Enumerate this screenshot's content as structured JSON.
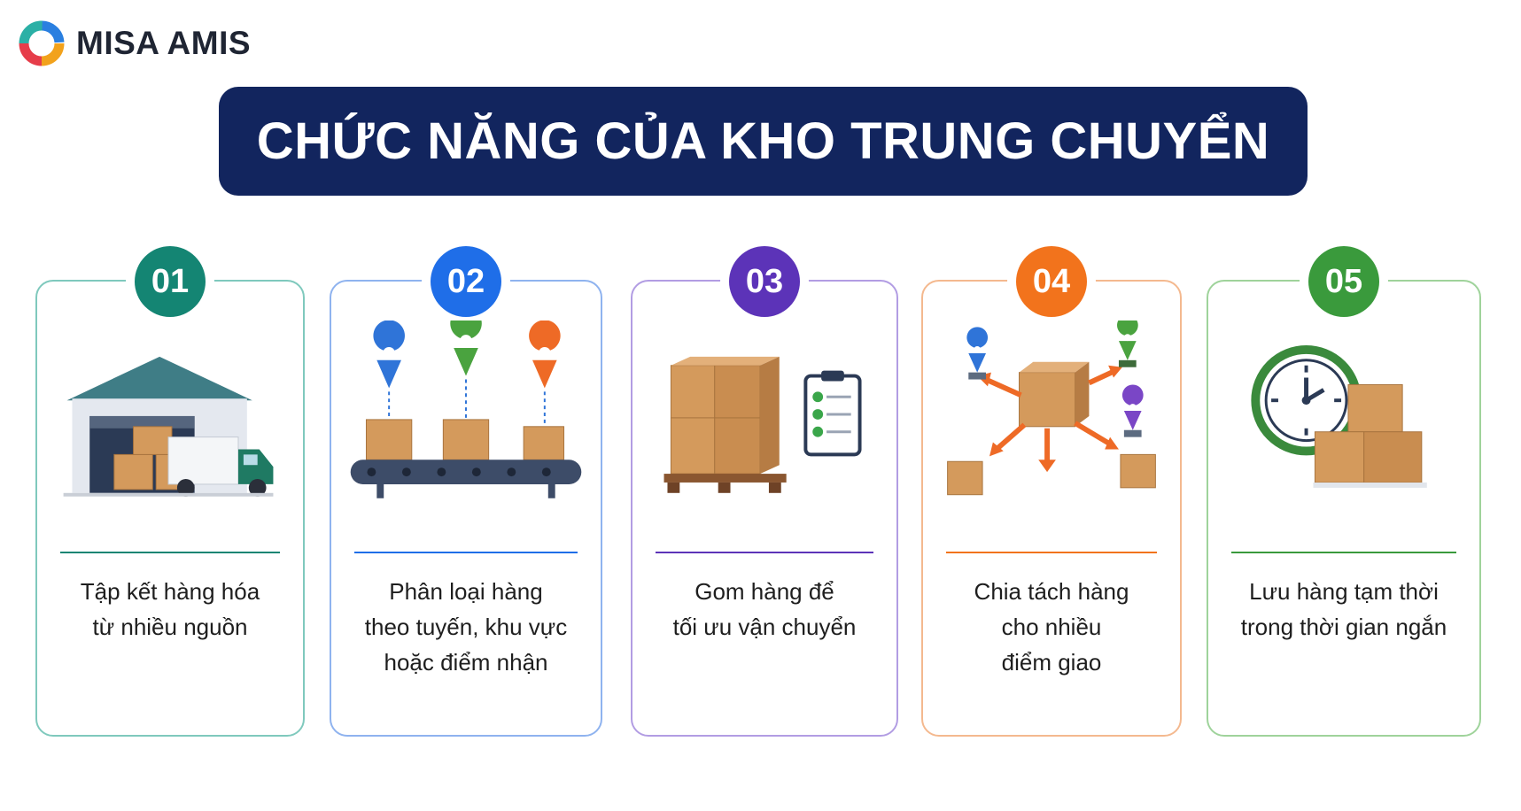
{
  "brand": {
    "name": "MISA AMIS"
  },
  "title": "CHỨC NĂNG CỦA KHO TRUNG CHUYỂN",
  "cards": [
    {
      "number": "01",
      "lines": [
        "Tập kết hàng hóa",
        "từ nhiều nguồn"
      ],
      "color": "#148573",
      "icon": "warehouse-truck-icon"
    },
    {
      "number": "02",
      "lines": [
        "Phân loại hàng",
        "theo tuyến, khu vực",
        "hoặc điểm nhận"
      ],
      "color": "#1f6ee8",
      "icon": "sorting-conveyor-icon"
    },
    {
      "number": "03",
      "lines": [
        "Gom hàng để",
        "tối ưu vận chuyển"
      ],
      "color": "#5c33b8",
      "icon": "pallet-checklist-icon"
    },
    {
      "number": "04",
      "lines": [
        "Chia tách hàng",
        "cho nhiều",
        "điểm giao"
      ],
      "color": "#f2731c",
      "icon": "split-distribution-icon"
    },
    {
      "number": "05",
      "lines": [
        "Lưu hàng tạm thời",
        "trong thời gian ngắn"
      ],
      "color": "#3a9a3c",
      "icon": "clock-storage-icon"
    }
  ]
}
